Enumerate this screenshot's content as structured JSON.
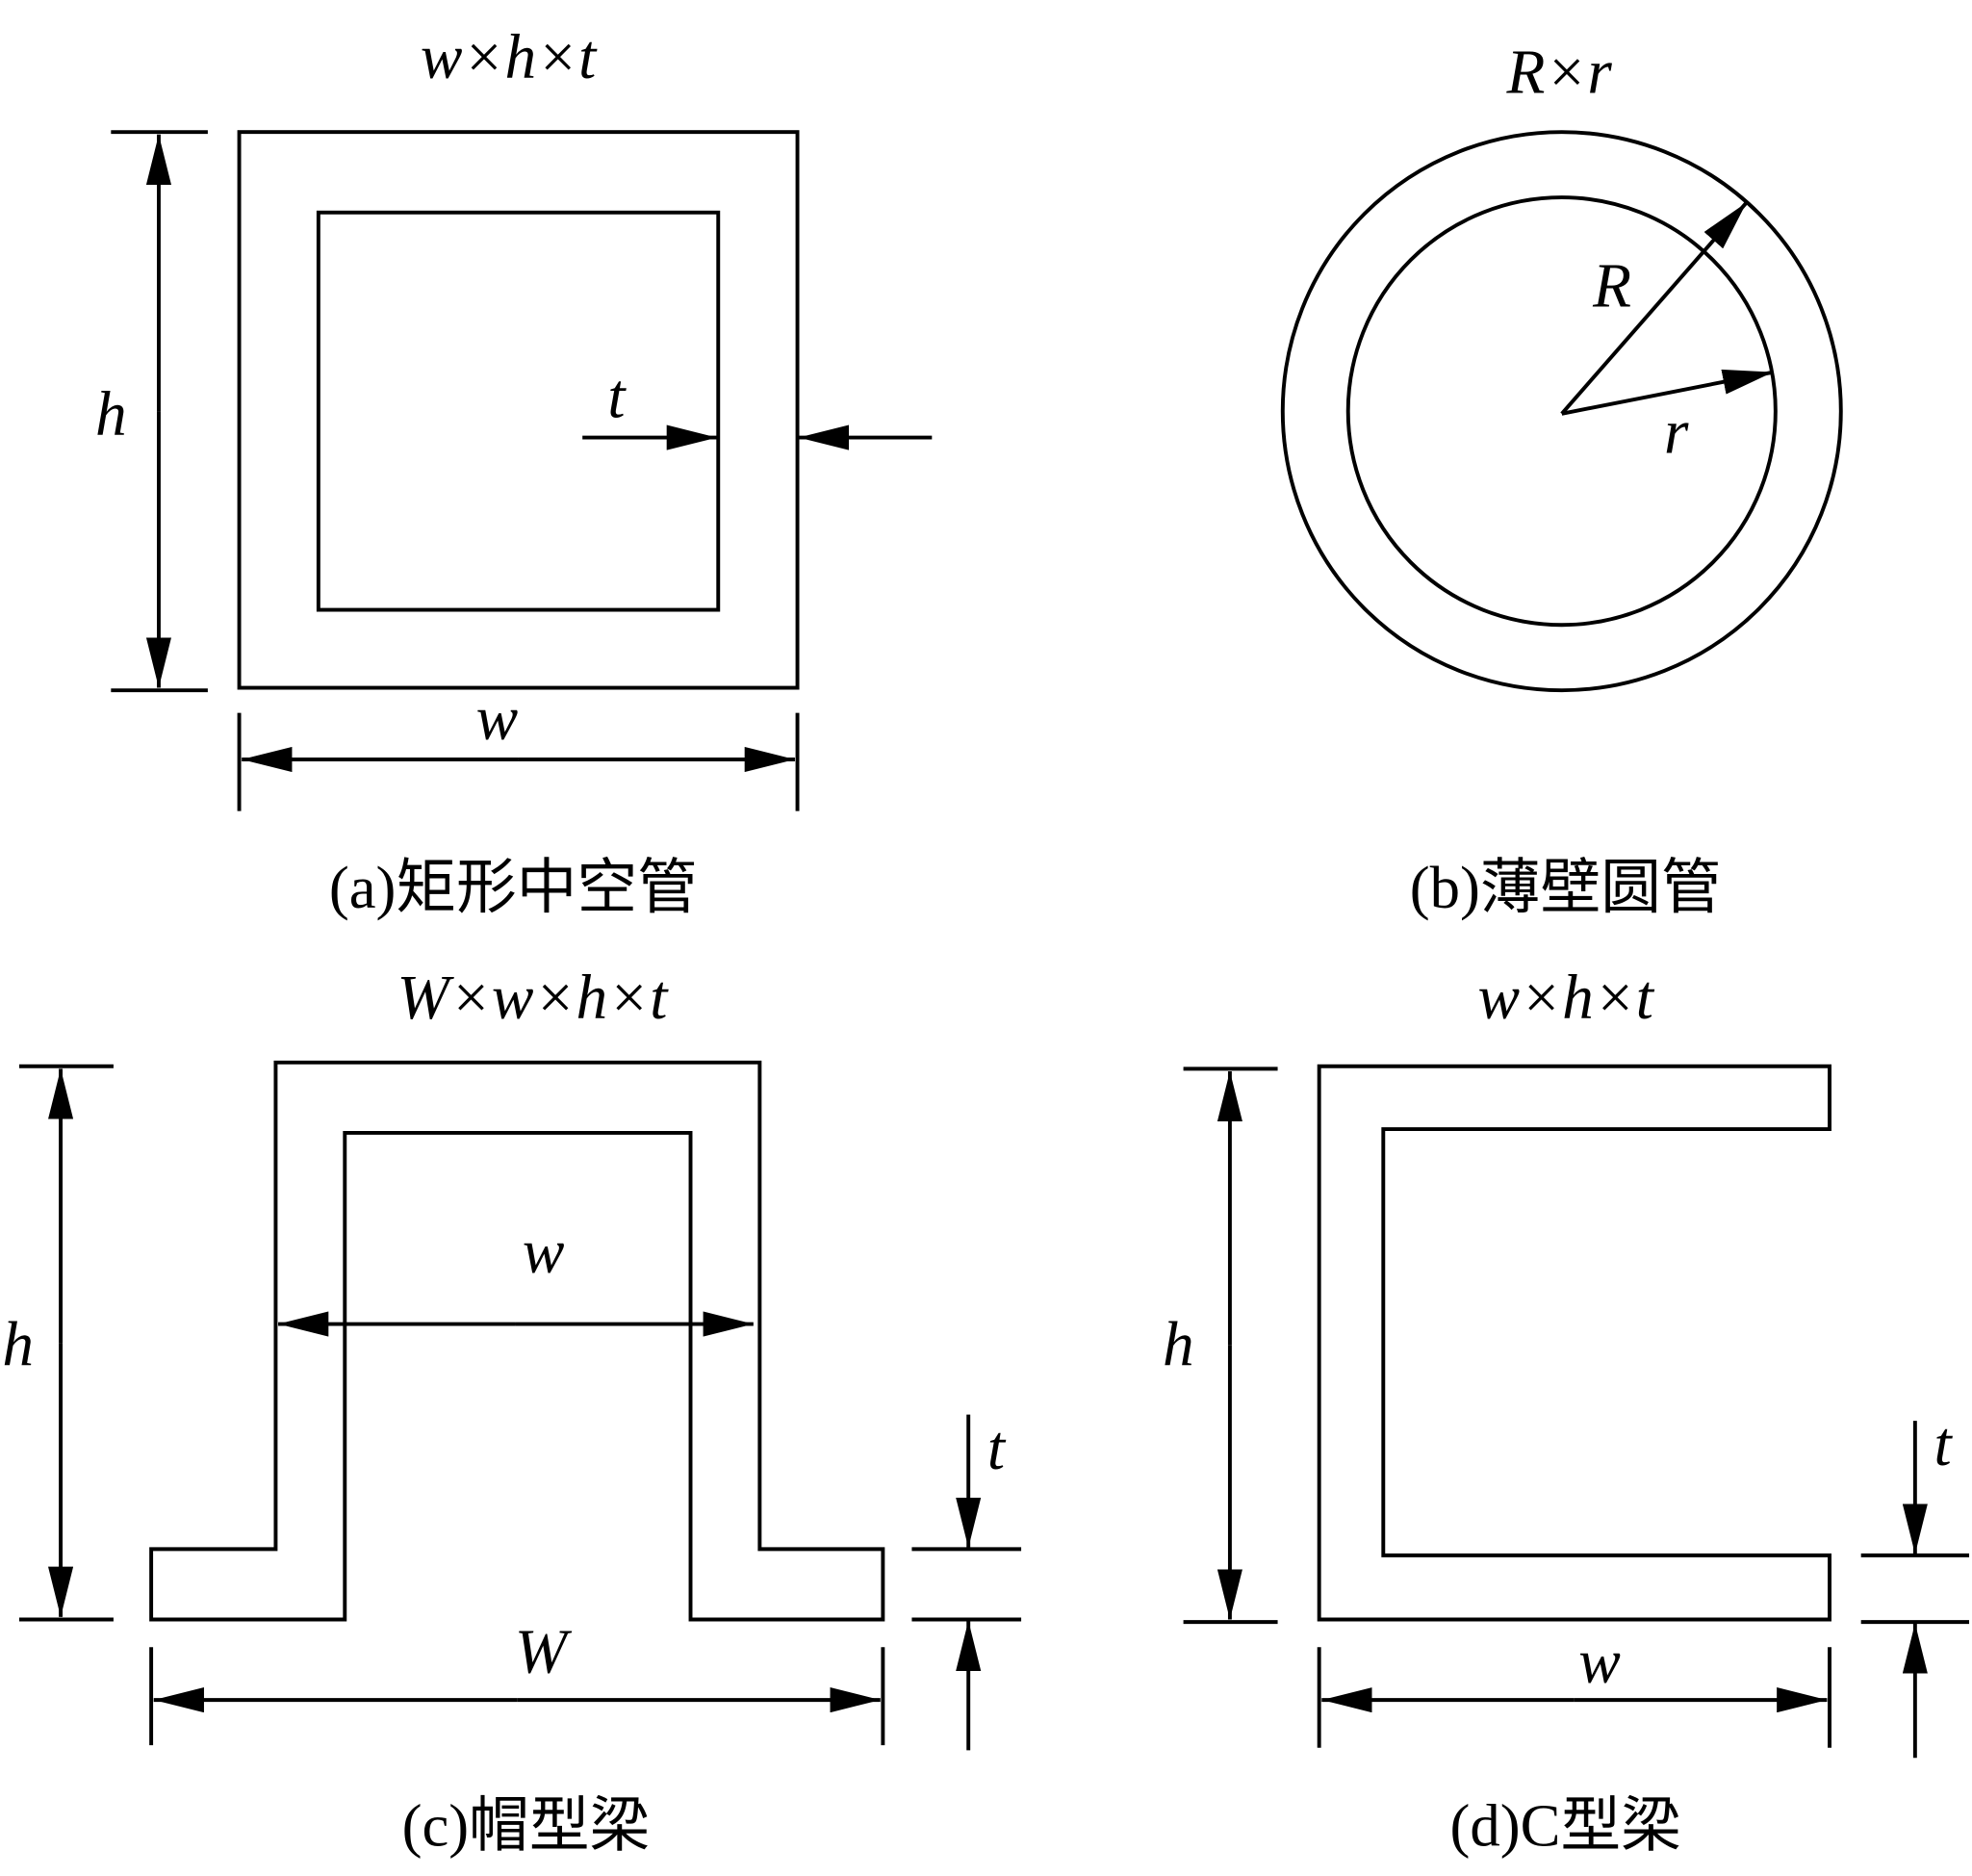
{
  "panels": {
    "a": {
      "title": "w×h×t",
      "caption": "(a)矩形中空管",
      "labels": {
        "h": "h",
        "w": "w",
        "t": "t"
      }
    },
    "b": {
      "title": "R×r",
      "caption": "(b)薄壁圆管",
      "labels": {
        "R": "R",
        "r": "r"
      }
    },
    "c": {
      "title": "W×w×h×t",
      "caption": "(c)帽型梁",
      "labels": {
        "h": "h",
        "w": "w",
        "W": "W",
        "t": "t"
      }
    },
    "d": {
      "title": "w×h×t",
      "caption": "(d)C型梁",
      "labels": {
        "h": "h",
        "w": "w",
        "t": "t"
      }
    }
  }
}
